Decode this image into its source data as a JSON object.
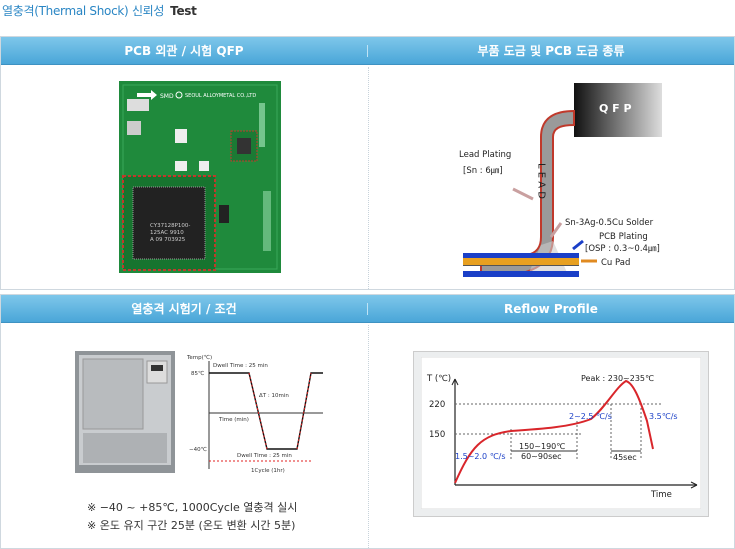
{
  "header": {
    "title": "열충격(Thermal Shock) 신뢰성",
    "suffix": "Test"
  },
  "panel_top": {
    "left_heading": "PCB 외관 / 시험 QFP",
    "right_heading": "부품 도금 및  PCB 도금 종류"
  },
  "pcb": {
    "arrow_label": "SMD",
    "brand": "SEOUL ALLOYMETAL CO.,LTD",
    "chip_text": [
      "CY37128P100-",
      "125AC 9910",
      "A 09 703925"
    ]
  },
  "plating": {
    "qfp": "Q F P",
    "lead": "L E A D",
    "lead_plating": "Lead Plating",
    "lead_spec": "[Sn : 6㎛]",
    "solder": "Sn-3Ag-0.5Cu Solder",
    "pcb_plating": "PCB Plating",
    "pcb_spec": "[OSP : 0.3~0.4㎛]",
    "cu_pad": "Cu Pad"
  },
  "panel_bottom": {
    "left_heading": "열충격 시험기 / 조건",
    "right_heading": "Reflow Profile"
  },
  "thermal": {
    "temp_label": "Temp(℃)",
    "t85": "85℃",
    "tm40": "−40℃",
    "dwell_top": "Dwell Time : 25 min",
    "dwell_bottom": "Dwell Time : 25 min",
    "delta": "ΔT : 10min",
    "time": "Time (min)",
    "cycle": "1Cycle (1hr)"
  },
  "notes": [
    "※  −40 ~ +85℃, 1000Cycle 열충격 실시",
    "※  온도 유지 구간 25분 (온도 변환 시간 5분)"
  ],
  "reflow": {
    "ylabel": "T (℃)",
    "xlabel": "Time",
    "y220": "220",
    "y150": "150",
    "peak": "Peak : 230~235℃",
    "ramp1": "1.5~2.0 ℃/s",
    "soak_temp": "150~190℃",
    "soak_time": "60~90sec",
    "ramp2": "2~2.5 ℃/s",
    "time_above": "45sec",
    "cool": "3.5℃/s"
  },
  "colors": {
    "accent": "#2a86c4",
    "profile": "#d9262b",
    "board": "#1f8a3c"
  }
}
